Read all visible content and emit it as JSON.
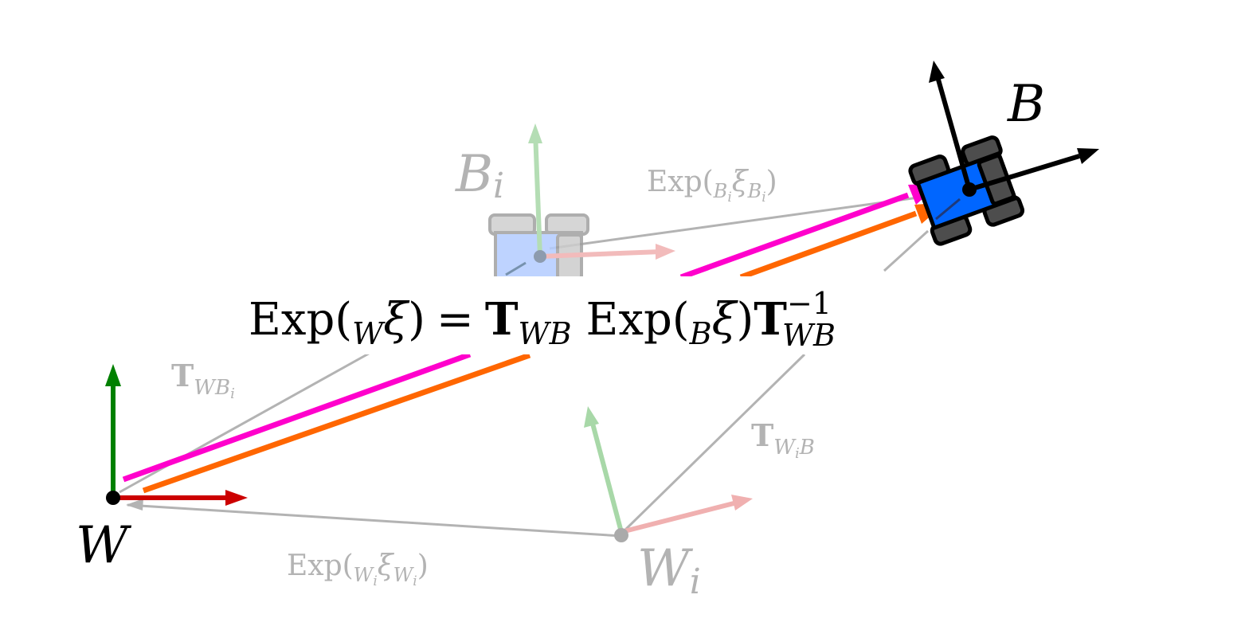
{
  "frames": {
    "W": "W",
    "B": "B",
    "Bi": {
      "base": "B",
      "sub": "i"
    },
    "Wi": {
      "base": "W",
      "sub": "i"
    }
  },
  "labels": {
    "exp_bi": {
      "fn": "Exp(",
      "sub": "B",
      "subsub": "i",
      "xi": "ξ",
      "xisub": "B",
      "xisubsub": "i",
      "close": ")"
    },
    "exp_wi": {
      "fn": "Exp(",
      "sub": "W",
      "subsub": "i",
      "xi": "ξ",
      "xisub": "W",
      "xisubsub": "i",
      "close": ")"
    },
    "t_wbi": {
      "T": "T",
      "sub": "WB",
      "subsub": "i"
    },
    "t_wib": {
      "T": "T",
      "sub1": "W",
      "subsub": "i",
      "sub2": "B"
    }
  },
  "equation": {
    "lhs_fn": "Exp(",
    "lhs_sub": "W",
    "lhs_xi": "ξ",
    "lhs_close": ")",
    "equals": "=",
    "T1": "T",
    "T1_sub": "WB",
    "mid_fn": "Exp(",
    "mid_sub": "B",
    "mid_xi": "ξ",
    "mid_close": ")",
    "T2": "T",
    "T2_sup": "−1",
    "T2_sub": "WB"
  },
  "colors": {
    "x_axis": "#cc0000",
    "y_axis": "#008000",
    "magenta": "#ff00cc",
    "orange": "#ff6600",
    "gray_line": "#b3b3b3",
    "faded_text": "#b3b3b3",
    "robot_blue": "#0066ff",
    "robot_faded": "#b3ccff"
  }
}
